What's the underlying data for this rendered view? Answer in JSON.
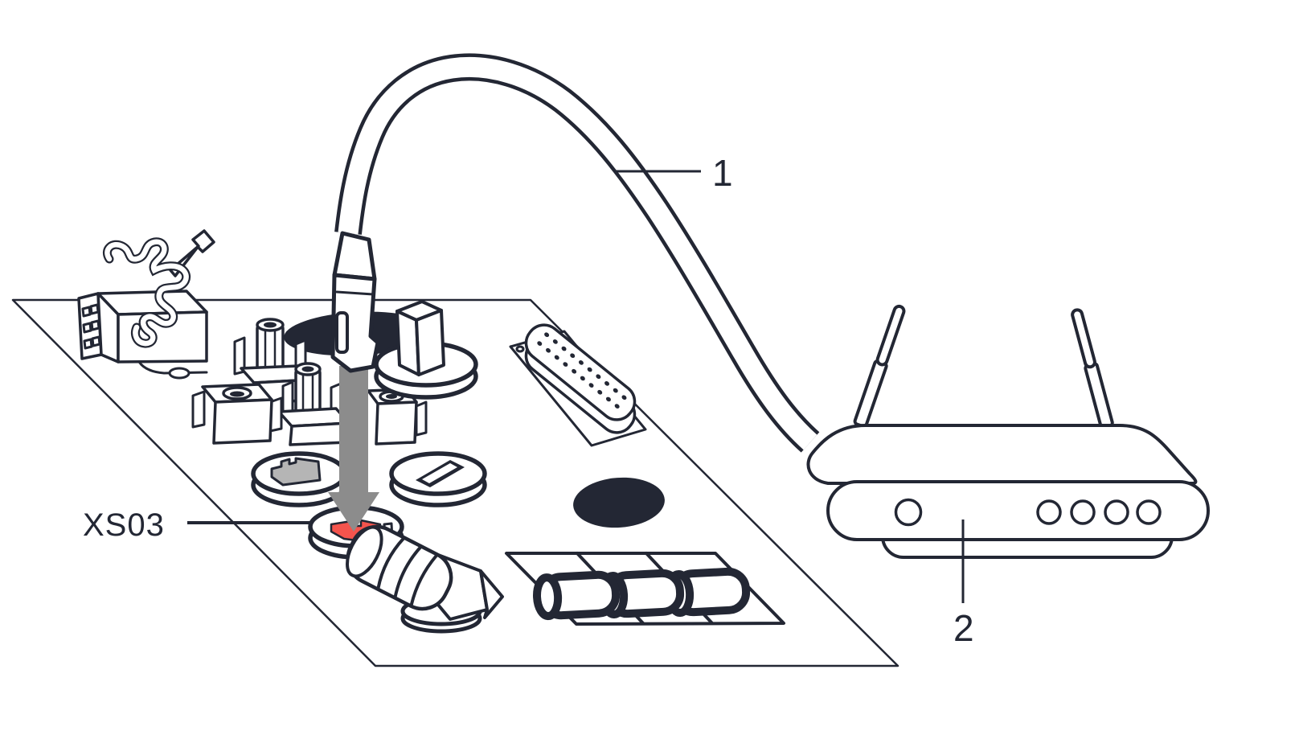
{
  "figure": {
    "type": "hardware-installation-diagram",
    "description": "Cable plugged into socket XS03 on control board, connected to wireless router",
    "callouts": [
      {
        "label": "1",
        "target": "connection-cable"
      },
      {
        "label": "2",
        "target": "wireless-router"
      },
      {
        "label": "XS03",
        "target": "board-socket"
      }
    ]
  },
  "colors": {
    "bg": "#ffffff",
    "line": "#232734",
    "red": "#f4544d",
    "arrow": "#8c8c8c",
    "keystone": "#b5b5b5"
  }
}
